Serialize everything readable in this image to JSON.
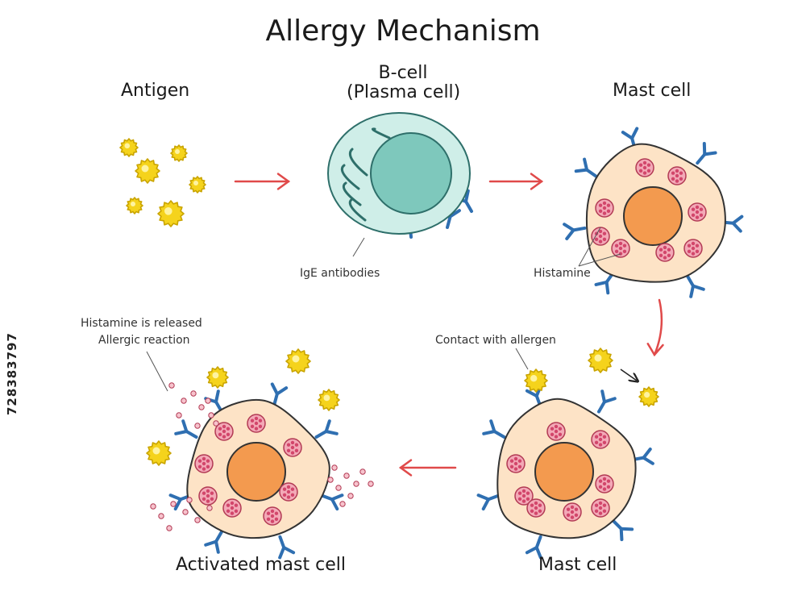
{
  "title": "Allergy Mechanism",
  "labels": {
    "antigen": "Antigen",
    "bcell_line1": "B-cell",
    "bcell_line2": "(Plasma cell)",
    "mast_cell_top": "Mast cell",
    "ige_antibodies": "IgE antibodies",
    "histamine": "Histamine",
    "histamine_released": "Histamine is released",
    "allergic_reaction": "Allergic reaction",
    "contact_allergen": "Contact with allergen",
    "mast_cell_bottom": "Mast cell",
    "activated_mast_cell": "Activated mast cell"
  },
  "stock_id": "728383797",
  "colors": {
    "antigen_fill": "#f5d31c",
    "antigen_stroke": "#c9a400",
    "bcell_body": "#cfeee8",
    "bcell_nucleus": "#7ec8bc",
    "bcell_outline": "#2e6f6a",
    "mast_body": "#fde3c6",
    "mast_nucleus": "#f39a4f",
    "granule": "#e07a91",
    "antibody": "#2f6fb1",
    "arrow_red": "#e04a4a",
    "outline": "#333333"
  }
}
